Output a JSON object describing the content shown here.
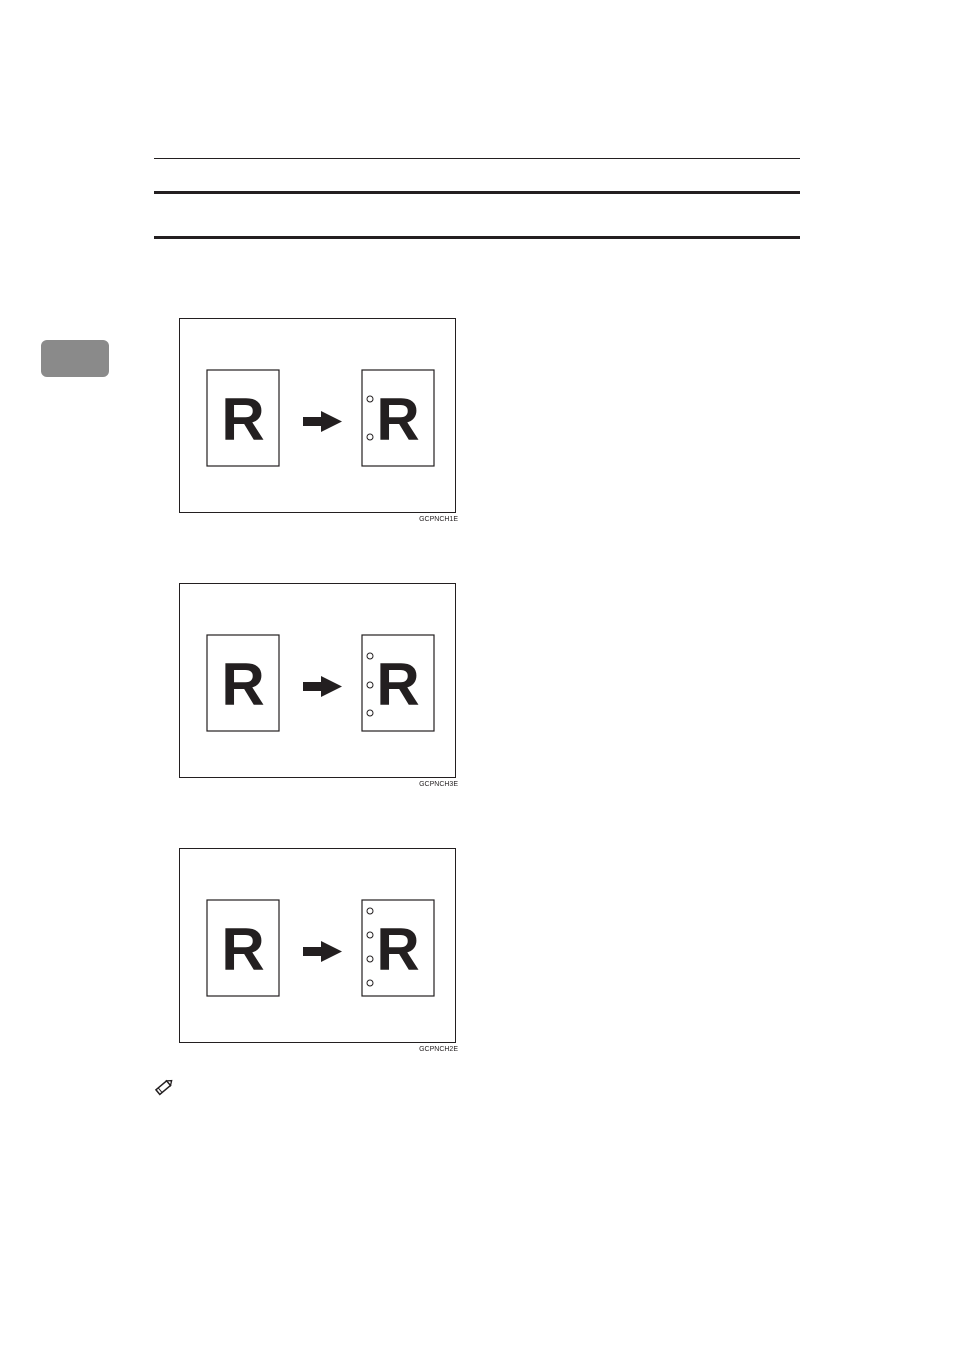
{
  "figures": [
    {
      "code": "GCPNCH1E",
      "original_letter": "R",
      "punched_letter": "R",
      "punch_holes": 2
    },
    {
      "code": "GCPNCH3E",
      "original_letter": "R",
      "punched_letter": "R",
      "punch_holes": 3
    },
    {
      "code": "GCPNCH2E",
      "original_letter": "R",
      "punched_letter": "R",
      "punch_holes": 4
    }
  ],
  "icons": {
    "chapter_tab": "chapter-tab",
    "arrow": "right-arrow-icon",
    "note": "pencil-note-icon"
  },
  "colors": {
    "ink": "#231f20",
    "tab": "#8a8a8a"
  }
}
